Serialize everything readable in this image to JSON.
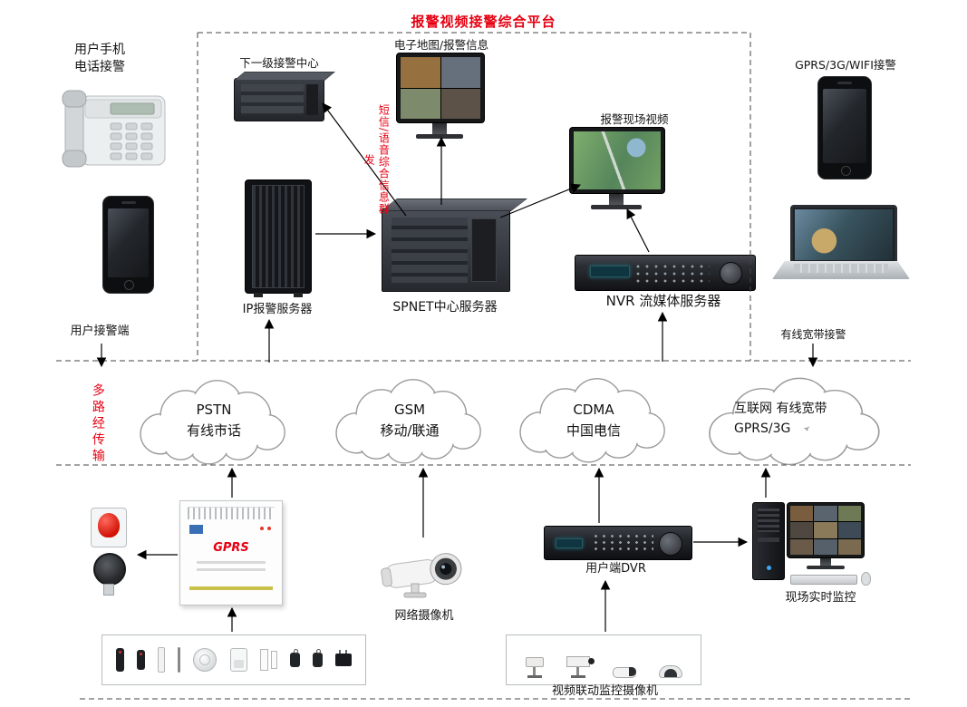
{
  "title": "报警视频接警综合平台",
  "top": {
    "user_phone_line1": "用户手机",
    "user_phone_line2": "电话接警",
    "user_terminal": "用户接警端",
    "next_level_center": "下一级接警中心",
    "emap_info": "电子地图/报警信息",
    "scene_video": "报警现场视频",
    "sms_note": "短信/语音综合信息群发",
    "ip_server": "IP报警服务器",
    "spnet_server": "SPNET中心服务器",
    "nvr_server": "NVR 流媒体服务器",
    "wireless_receive": "GPRS/3G/WIFI接警",
    "wired_receive": "有线宽带接警"
  },
  "transport": {
    "multipath": "多路经传输",
    "clouds": [
      {
        "line1": "PSTN",
        "line2": "有线市话"
      },
      {
        "line1": "GSM",
        "line2": "移动/联通"
      },
      {
        "line1": "CDMA",
        "line2": "中国电信"
      },
      {
        "line1": "互联网 有线宽带",
        "line2": "GPRS/3G"
      }
    ]
  },
  "bottom": {
    "network_camera": "网络摄像机",
    "client_dvr": "用户端DVR",
    "live_monitor": "现场实时监控",
    "linkage_cameras": "视频联动监控摄像机",
    "panel_brand": "GPRS"
  },
  "colors": {
    "accent_red": "#e60012"
  }
}
